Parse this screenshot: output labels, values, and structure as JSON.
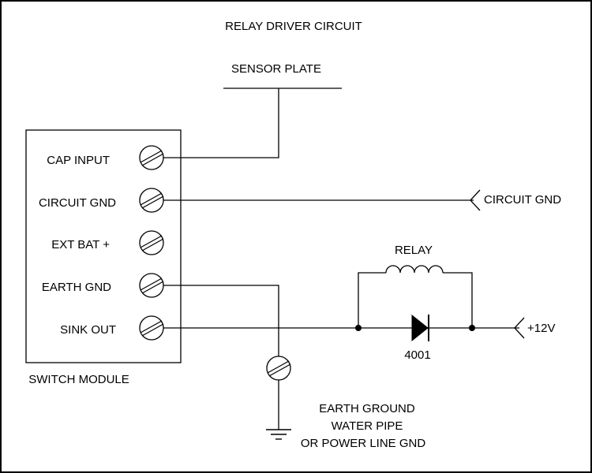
{
  "title": "RELAY DRIVER CIRCUIT",
  "sensor_plate_label": "SENSOR PLATE",
  "module": {
    "label": "SWITCH MODULE",
    "terminals": [
      "CAP INPUT",
      "CIRCUIT GND",
      "EXT BAT +",
      "EARTH GND",
      "SINK OUT"
    ]
  },
  "circuit_gnd_label": "CIRCUIT GND",
  "relay_label": "RELAY",
  "diode_label": "4001",
  "supply_label": "+12V",
  "earth_ground_label": [
    "EARTH GROUND",
    "WATER PIPE",
    "OR POWER LINE GND"
  ]
}
